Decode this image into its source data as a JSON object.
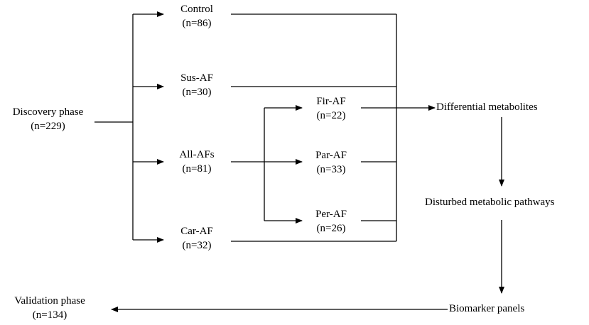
{
  "nodes": {
    "discovery": {
      "name": "Discovery phase",
      "n": "(n=229)"
    },
    "control": {
      "name": "Control",
      "n": "(n=86)"
    },
    "sus_af": {
      "name": "Sus-AF",
      "n": "(n=30)"
    },
    "all_afs": {
      "name": "All-AFs",
      "n": "(n=81)"
    },
    "car_af": {
      "name": "Car-AF",
      "n": "(n=32)"
    },
    "fir_af": {
      "name": "Fir-AF",
      "n": "(n=22)"
    },
    "par_af": {
      "name": "Par-AF",
      "n": "(n=33)"
    },
    "per_af": {
      "name": "Per-AF",
      "n": "(n=26)"
    },
    "differential": {
      "name": "Differential metabolites"
    },
    "pathways": {
      "name": "Disturbed metabolic pathways"
    },
    "biomarker": {
      "name": "Biomarker panels"
    },
    "validation": {
      "name": "Validation phase",
      "n": "(n=134)"
    }
  },
  "colors": {
    "line": "#000000",
    "text": "#000000",
    "background": "#ffffff"
  }
}
